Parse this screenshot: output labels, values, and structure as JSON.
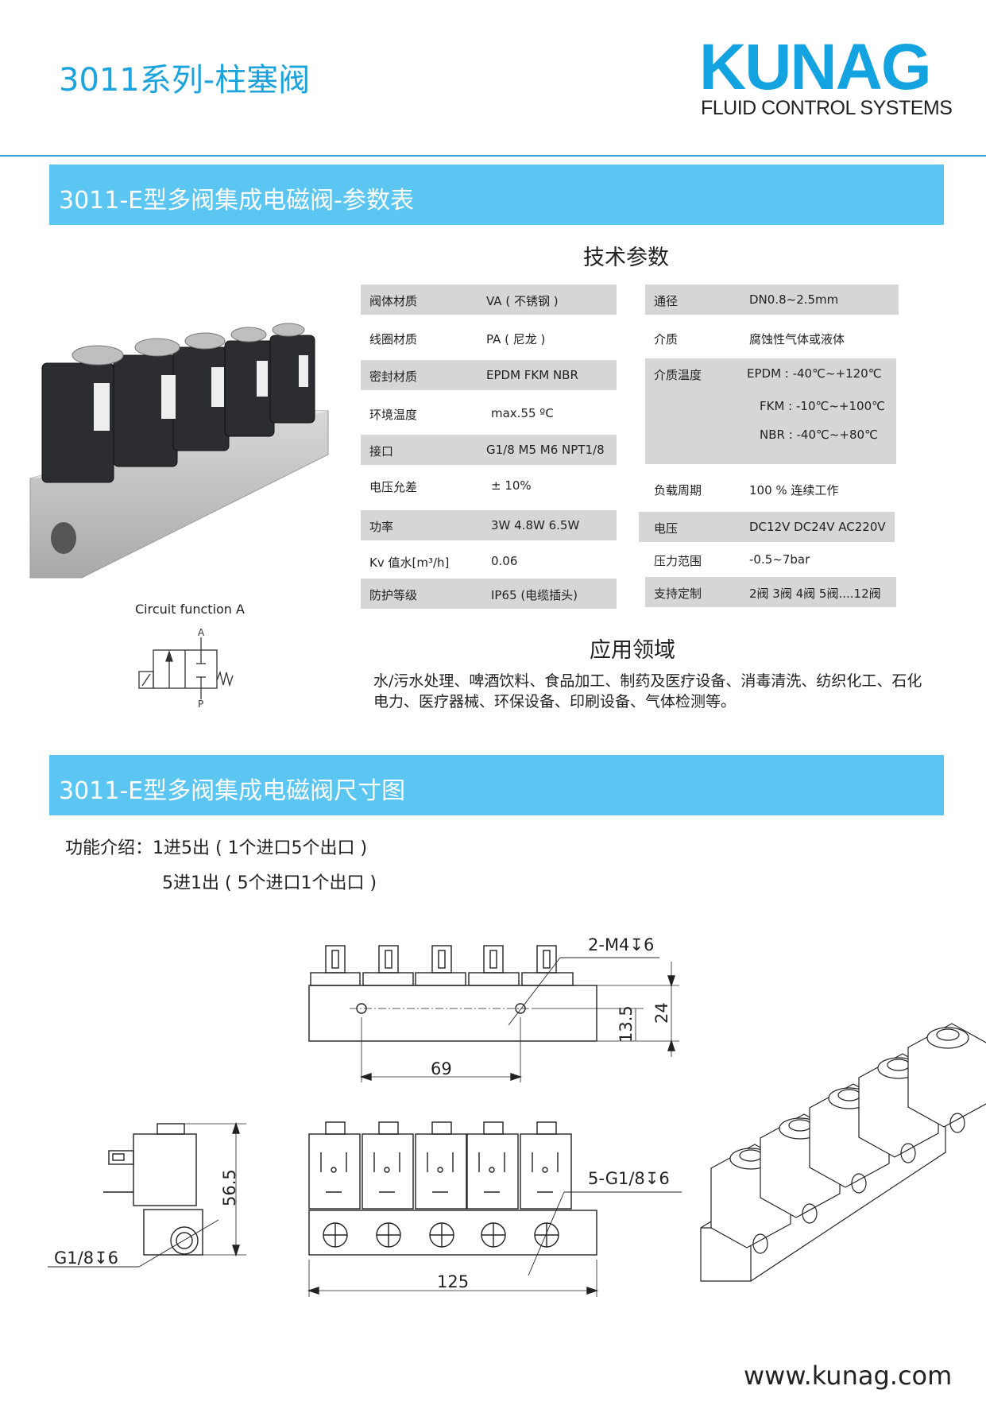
{
  "header": {
    "title": "3011系列-柱塞阀",
    "logo": "KUNAG",
    "logo_subtitle": "FLUID CONTROL SYSTEMS"
  },
  "section1": {
    "banner": "3011-E型多阀集成电磁阀-参数表",
    "tech_heading": "技术参数",
    "left_table": [
      {
        "label": "阀体材质",
        "value": "VA ( 不锈钢 )"
      },
      {
        "label": "线圈材质",
        "value": "PA ( 尼龙 )"
      },
      {
        "label": "密封材质",
        "value": "EPDM FKM NBR"
      },
      {
        "label": "环境温度",
        "value": "max.55 ºC"
      },
      {
        "label": "接口",
        "value": "G1/8  M5 M6 NPT1/8"
      },
      {
        "label": "电压允差",
        "value": "± 10%"
      },
      {
        "label": "功率",
        "value": "3W 4.8W 6.5W"
      },
      {
        "label": "Kv 值水[m³/h]",
        "value": "0.06"
      },
      {
        "label": "防护等级",
        "value": "IP65 (电缆插头)"
      }
    ],
    "right_table": {
      "bore": {
        "label": "通径",
        "value": "DN0.8~2.5mm"
      },
      "medium": {
        "label": "介质",
        "value": "腐蚀性气体或液体"
      },
      "medium_temp": {
        "label": "介质温度",
        "values": [
          "EPDM : -40℃~+120℃",
          "FKM : -10℃~+100℃",
          "NBR : -40℃~+80℃"
        ]
      },
      "duty": {
        "label": "负载周期",
        "value": "100 % 连续工作"
      },
      "voltage": {
        "label": "电压",
        "value": "DC12V DC24V AC220V"
      },
      "pressure": {
        "label": "压力范围",
        "value": "-0.5~7bar"
      },
      "custom": {
        "label": "支持定制",
        "value": "2阀 3阀 4阀 5阀....12阀"
      }
    },
    "circuit": {
      "caption": "Circuit function A",
      "port_a": "A",
      "port_p": "P"
    },
    "application": {
      "heading": "应用领域",
      "text": "水/污水处理、啤酒饮料、食品加工、制药及医疗设备、消毒清洗、纺织化工、石化电力、医疗器械、环保设备、印刷设备、气体检测等。"
    }
  },
  "section2": {
    "banner": "3011-E型多阀集成电磁阀尺寸图",
    "intro_line1": "功能介绍：1进5出 ( 1个进口5个出口 )",
    "intro_line2": "5进1出 ( 5个进口1个出口 )",
    "dims": {
      "mount_thread": "2-M4↧6",
      "hole_spacing": "69",
      "hole_height": "13.5",
      "block_height": "24",
      "port_thread": "5-G1/8↧6",
      "length": "125",
      "total_height": "56.5",
      "side_port": "G1/8↧6"
    }
  },
  "footer": {
    "website": "www.kunag.com"
  }
}
